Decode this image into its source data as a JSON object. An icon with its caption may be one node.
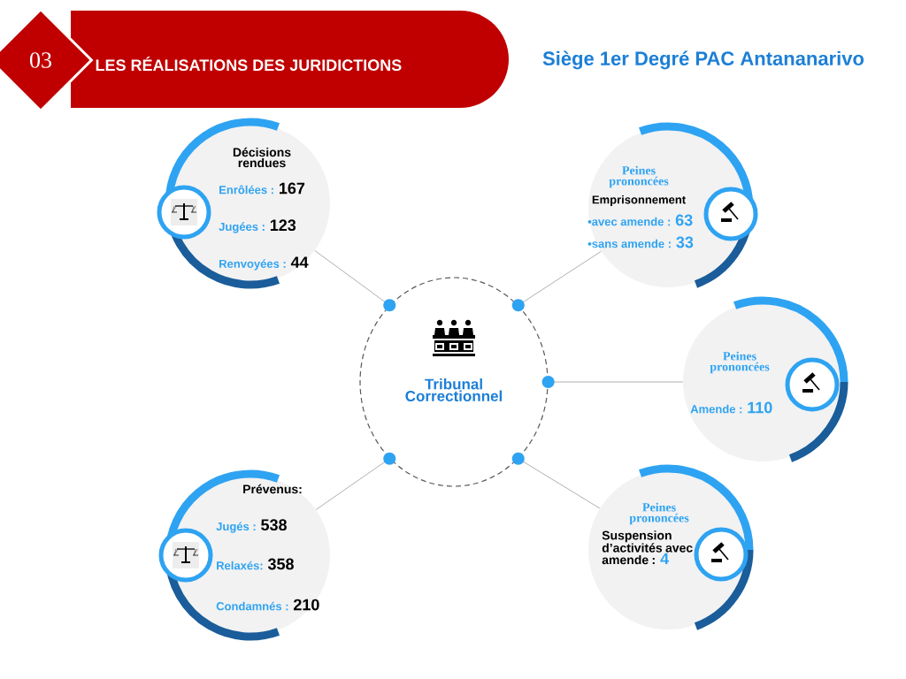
{
  "diagram": {
    "title": "Siège 1er  Degré PAC Antananarivo",
    "nodes": [
      {
        "text": [
          "03"
        ]
      },
      {
        "text": [
          "LES RÉALISATIONS DES JURIDICTIONS"
        ]
      },
      {
        "text": [
          "Tribunal Correctionnel"
        ]
      },
      {
        "text": [
          "Décisions rendues",
          "Enrôlées :",
          "167",
          "Jugées :",
          "123",
          "Renvoyées :",
          "44"
        ]
      },
      {
        "text": [
          "Peines prononcées",
          "Emprisonnement",
          "•avec amende :",
          "63",
          "•sans amende :",
          "33"
        ]
      },
      {
        "text": [
          "Peines prononcées",
          "Amende :",
          "110"
        ]
      },
      {
        "text": [
          "Peines prononcées",
          "Suspension d’activités avec amende :",
          "4"
        ]
      },
      {
        "text": [
          "Prévenus:",
          "Jugés :",
          "538",
          "Relaxés:",
          "358",
          "Condamnés :",
          "210"
        ]
      }
    ],
    "edges": [
      {
        "from": 2,
        "to": 3,
        "arrow": "none"
      },
      {
        "from": 2,
        "to": 4,
        "arrow": "none"
      },
      {
        "from": 2,
        "to": 5,
        "arrow": "none"
      },
      {
        "from": 2,
        "to": 6,
        "arrow": "none"
      },
      {
        "from": 2,
        "to": 7,
        "arrow": "none"
      }
    ]
  }
}
